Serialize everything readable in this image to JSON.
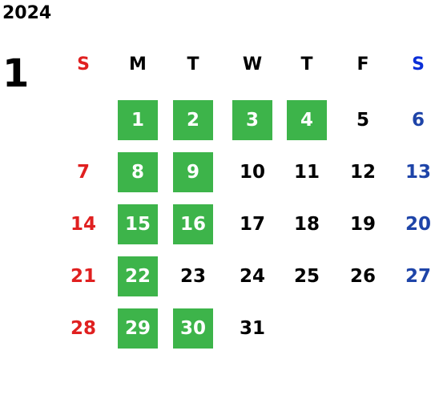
{
  "calendar": {
    "year": "2024",
    "month": "1",
    "weekdays": [
      "S",
      "M",
      "T",
      "W",
      "T",
      "F",
      "S"
    ],
    "colors": {
      "sunday": "#e02020",
      "saturday": "#1e44a8",
      "saturday_header": "#0b2fd8",
      "weekday": "#000000",
      "highlight_bg": "#3db44a",
      "highlight_text": "#ffffff"
    },
    "weeks": [
      [
        null,
        {
          "d": "1",
          "hl": true
        },
        {
          "d": "2",
          "hl": true
        },
        {
          "d": "3",
          "hl": true
        },
        {
          "d": "4",
          "hl": true
        },
        {
          "d": "5"
        },
        {
          "d": "6"
        }
      ],
      [
        {
          "d": "7"
        },
        {
          "d": "8",
          "hl": true
        },
        {
          "d": "9",
          "hl": true
        },
        {
          "d": "10"
        },
        {
          "d": "11"
        },
        {
          "d": "12"
        },
        {
          "d": "13"
        }
      ],
      [
        {
          "d": "14"
        },
        {
          "d": "15",
          "hl": true
        },
        {
          "d": "16",
          "hl": true
        },
        {
          "d": "17"
        },
        {
          "d": "18"
        },
        {
          "d": "19"
        },
        {
          "d": "20"
        }
      ],
      [
        {
          "d": "21"
        },
        {
          "d": "22",
          "hl": true
        },
        {
          "d": "23"
        },
        {
          "d": "24"
        },
        {
          "d": "25"
        },
        {
          "d": "26"
        },
        {
          "d": "27"
        }
      ],
      [
        {
          "d": "28"
        },
        {
          "d": "29",
          "hl": true
        },
        {
          "d": "30",
          "hl": true
        },
        {
          "d": "31"
        },
        null,
        null,
        null
      ]
    ]
  }
}
